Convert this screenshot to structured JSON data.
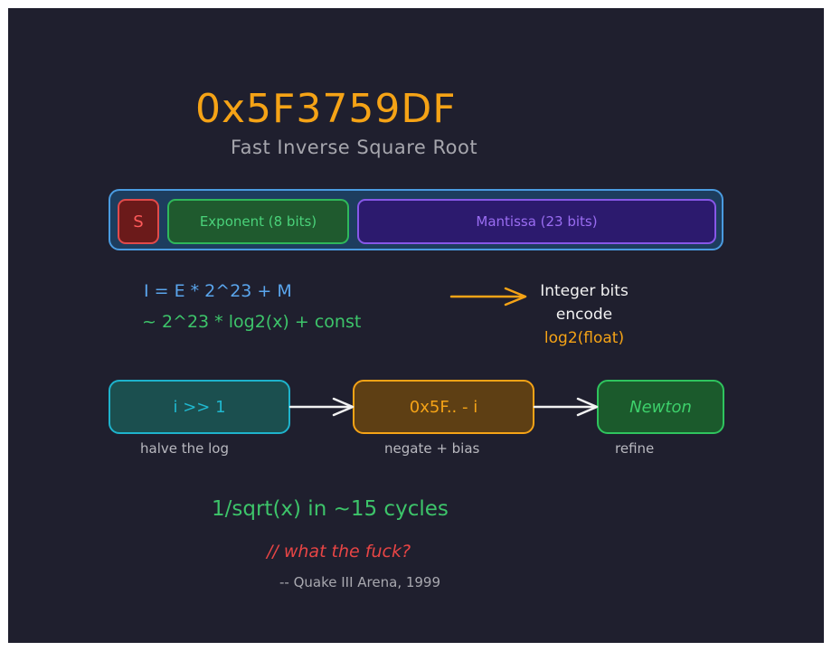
{
  "title": "0x5F3759DF",
  "subtitle": "Fast Inverse Square Root",
  "bitfield": {
    "sign": "S",
    "exponent": "Exponent (8 bits)",
    "mantissa": "Mantissa (23 bits)"
  },
  "formulas": {
    "line1": "I = E * 2^23 + M",
    "line2": "~ 2^23 * log2(x) + const"
  },
  "note": {
    "line1": "Integer bits",
    "line2": "encode",
    "line3": "log2(float)"
  },
  "steps": [
    {
      "label": "i >> 1",
      "caption": "halve the log"
    },
    {
      "label": "0x5F.. - i",
      "caption": "negate + bias"
    },
    {
      "label": "Newton",
      "caption": "refine"
    }
  ],
  "result": "1/sqrt(x) in ~15 cycles",
  "comment": "// what the fuck?",
  "attribution": "-- Quake III Arena, 1999",
  "colors": {
    "background": "#1f1f2e",
    "orange": "#f5a316",
    "blue": "#4a9be0",
    "green": "#3dc46a",
    "red": "#e84545",
    "purple": "#8757e8",
    "cyan": "#1eb3cc"
  }
}
